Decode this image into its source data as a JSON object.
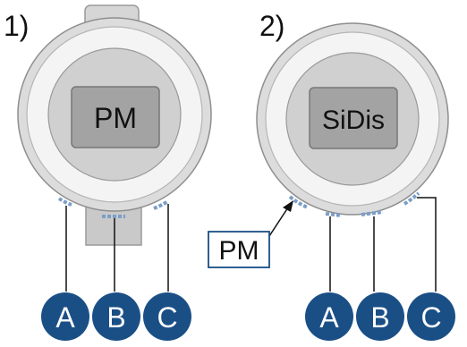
{
  "diagram": {
    "panel1": {
      "number": "1)",
      "display_label": "PM"
    },
    "panel2": {
      "number": "2)",
      "display_label": "SiDis"
    },
    "callout": {
      "label": "PM"
    },
    "markers": [
      {
        "label": "A"
      },
      {
        "label": "B"
      },
      {
        "label": "C"
      },
      {
        "label": "A"
      },
      {
        "label": "B"
      },
      {
        "label": "C"
      }
    ]
  },
  "colors": {
    "marker_fill": "#1a4f86",
    "marker_text": "#ffffff",
    "housing_fill": "#dcdcdc",
    "bezel_fill": "#f2f2f2",
    "display_fill": "#a3a3a3",
    "connector_fill": "#7b9ec8",
    "callout_border": "#1a4f86"
  }
}
